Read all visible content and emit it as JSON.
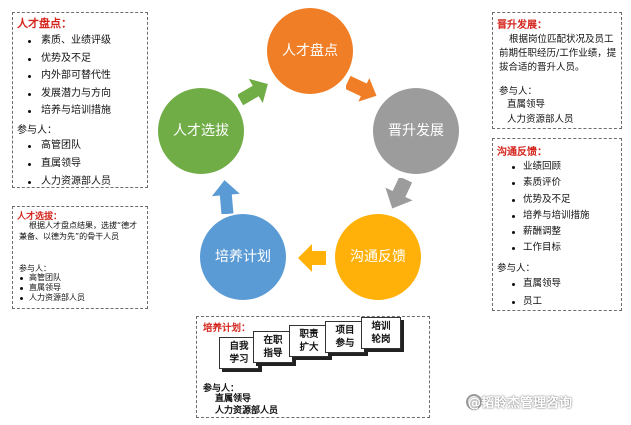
{
  "cycle": {
    "pandian": "人才盘点",
    "jinsheng": "晋升发展",
    "goutong": "沟通反馈",
    "peiyang": "培养计划",
    "xuanba": "人才选拔",
    "colors": {
      "pandian": "#f07e26",
      "jinsheng": "#9c9c9c",
      "goutong": "#ffb10a",
      "peiyang": "#5b9bd5",
      "xuanba": "#70ad47"
    }
  },
  "talent_review_box": {
    "title": "人才盘点：",
    "items": [
      "素质、业绩评级",
      "优势及不足",
      "内外部可替代性",
      "发展潜力与方向",
      "培养与培训措施"
    ],
    "participants_label": "参与人：",
    "participants": [
      "高管团队",
      "直属领导",
      "人力资源部人员"
    ]
  },
  "selection_box": {
    "title": "人才选拔：",
    "description": "根据人才盘点结果，选拔“德才兼备、以德为先”的骨干人员",
    "participants_label": "参与人：",
    "participants": [
      "高管团队",
      "直属领导",
      "人力资源部人员"
    ]
  },
  "promotion_box": {
    "title": "晋升发展：",
    "description": "根据岗位匹配状况及员工前期任职经历/工作业绩，提拔合适的晋升人员。",
    "participants_label": "参与人：",
    "participants": [
      "直属领导",
      "人力资源部人员"
    ]
  },
  "feedback_box": {
    "title": "沟通反馈：",
    "items": [
      "业绩回顾",
      "素质评价",
      "优势及不足",
      "培养与培训措施",
      "薪酬调整",
      "工作目标"
    ],
    "participants_label": "参与人：",
    "participants": [
      "直属领导",
      "员工"
    ]
  },
  "training_box": {
    "title": "培养计划：",
    "steps": [
      "自我学习",
      "在职指导",
      "职责扩大",
      "项目参与",
      "培训轮岗"
    ],
    "step_lines": [
      [
        "自我",
        "学习"
      ],
      [
        "在职",
        "指导"
      ],
      [
        "职责",
        "扩大"
      ],
      [
        "项目",
        "参与"
      ],
      [
        "培训",
        "轮岗"
      ]
    ],
    "participants_label": "参与人：",
    "participants": [
      "直属领导",
      "人力资源部人员"
    ]
  },
  "watermark": "@韬聆杰管理咨询"
}
